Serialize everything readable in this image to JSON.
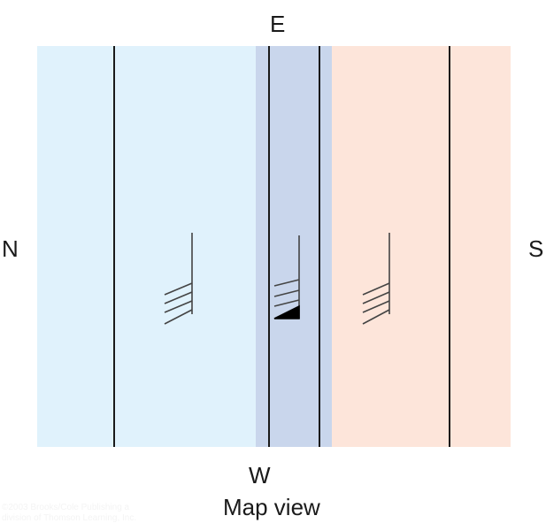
{
  "compass": {
    "top": "E",
    "bottom": "W",
    "left": "N",
    "right": "S"
  },
  "caption": "Map view",
  "watermark": [
    "©2003 Brooks/Cole Publishing a",
    "division of Thomson Learning, Inc."
  ],
  "colors": {
    "left_zone": "#e0f2fc",
    "middle_zone": "#c9d6ec",
    "right_zone": "#fde5da",
    "lines": "#1a1a1a"
  },
  "symbols": [
    "ticked-line-symbol",
    "ticked-line-symbol-with-triangle",
    "ticked-line-symbol"
  ]
}
